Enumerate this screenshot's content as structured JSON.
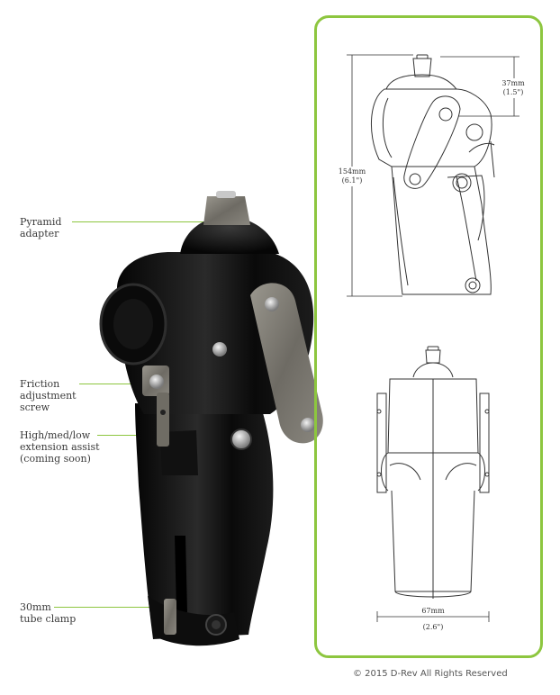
{
  "callouts": {
    "pyramid": [
      "Pyramid",
      "adapter"
    ],
    "friction": [
      "Friction",
      "adjustment",
      "screw"
    ],
    "extension": [
      "High/med/low",
      "extension assist",
      "(coming soon)"
    ],
    "clamp": [
      "30mm",
      "tube clamp"
    ]
  },
  "dimensions": {
    "top_height_mm": "37mm",
    "top_height_in": "(1.5\")",
    "total_height_mm": "154mm",
    "total_height_in": "(6.1\")",
    "width_mm": "67mm",
    "width_in": "(2.6\")"
  },
  "copyright": "© 2015 D-Rev All Rights Reserved",
  "colors": {
    "accent": "#8dc63f",
    "body_black": "#0c0c0c",
    "metal": "#7d7a72"
  }
}
